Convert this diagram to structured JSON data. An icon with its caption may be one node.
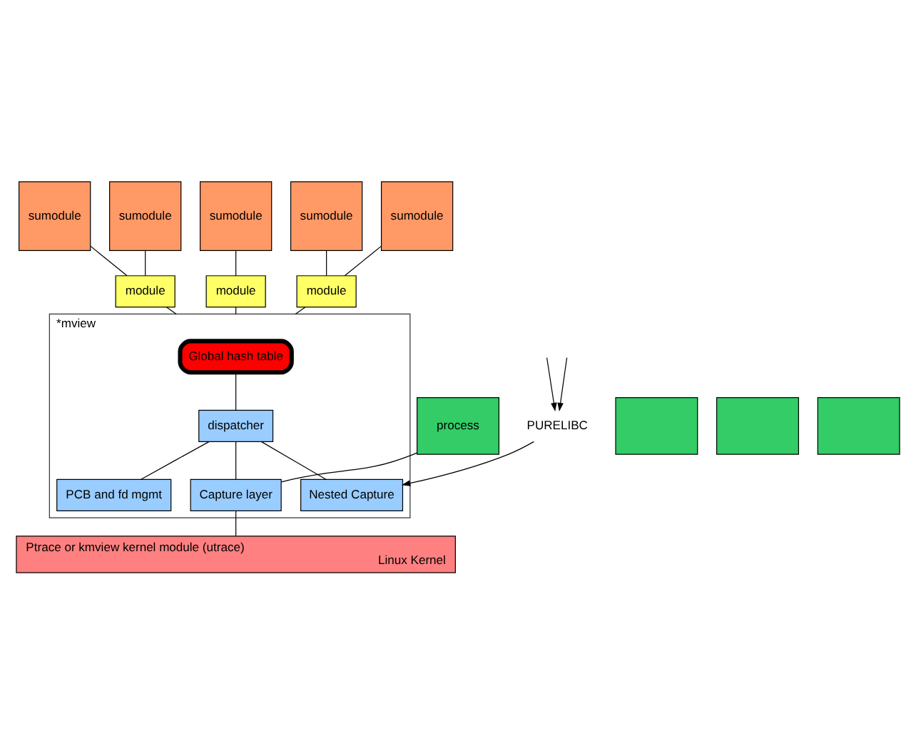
{
  "diagram": {
    "nodes": [
      {
        "text": [
          "sumodule"
        ]
      },
      {
        "text": [
          "sumodule"
        ]
      },
      {
        "text": [
          "sumodule"
        ]
      },
      {
        "text": [
          "sumodule"
        ]
      },
      {
        "text": [
          "sumodule"
        ]
      },
      {
        "text": [
          "module"
        ]
      },
      {
        "text": [
          "module"
        ]
      },
      {
        "text": [
          "module"
        ]
      },
      {
        "text": [
          "*mview"
        ]
      },
      {
        "text": [
          "Global hash table"
        ],
        "in": 8
      },
      {
        "text": [
          "dispatcher"
        ],
        "in": 8
      },
      {
        "text": [
          "PCB and fd mgmt"
        ],
        "in": 8
      },
      {
        "text": [
          "Capture layer"
        ],
        "in": 8
      },
      {
        "text": [
          "Nested Capture"
        ],
        "in": 8
      },
      {
        "text": [],
        "shape": "box"
      },
      {
        "text": [],
        "shape": "box"
      },
      {
        "text": [],
        "shape": "box"
      },
      {
        "text": [
          "process"
        ]
      },
      {
        "text": [
          "Ptrace or kmview kernel module (utrace)",
          "Linux Kernel"
        ]
      },
      {
        "text": [
          "PURELIBC"
        ]
      }
    ],
    "edges": [
      {
        "from": 0,
        "to": 5,
        "arrow": "none"
      },
      {
        "from": 1,
        "to": 5,
        "arrow": "none"
      },
      {
        "from": 2,
        "to": 6,
        "arrow": "none"
      },
      {
        "from": 3,
        "to": 7,
        "arrow": "none"
      },
      {
        "from": 4,
        "to": 7,
        "arrow": "none"
      },
      {
        "from": 5,
        "to": 8,
        "arrow": "none"
      },
      {
        "from": 6,
        "to": 8,
        "arrow": "none"
      },
      {
        "from": 7,
        "to": 8,
        "arrow": "none"
      },
      {
        "from": 9,
        "to": 10,
        "arrow": "none"
      },
      {
        "from": 10,
        "to": 11,
        "arrow": "none"
      },
      {
        "from": 10,
        "to": 12,
        "arrow": "none"
      },
      {
        "from": 10,
        "to": 13,
        "arrow": "none"
      },
      {
        "from": 17,
        "to": 12,
        "arrow": "none"
      },
      {
        "from": 12,
        "to": 18,
        "arrow": "none"
      },
      {
        "from": null,
        "to": 19,
        "arrow": "to"
      },
      {
        "from": null,
        "to": 19,
        "arrow": "to"
      },
      {
        "from": 19,
        "to": 13,
        "arrow": "to"
      }
    ]
  }
}
